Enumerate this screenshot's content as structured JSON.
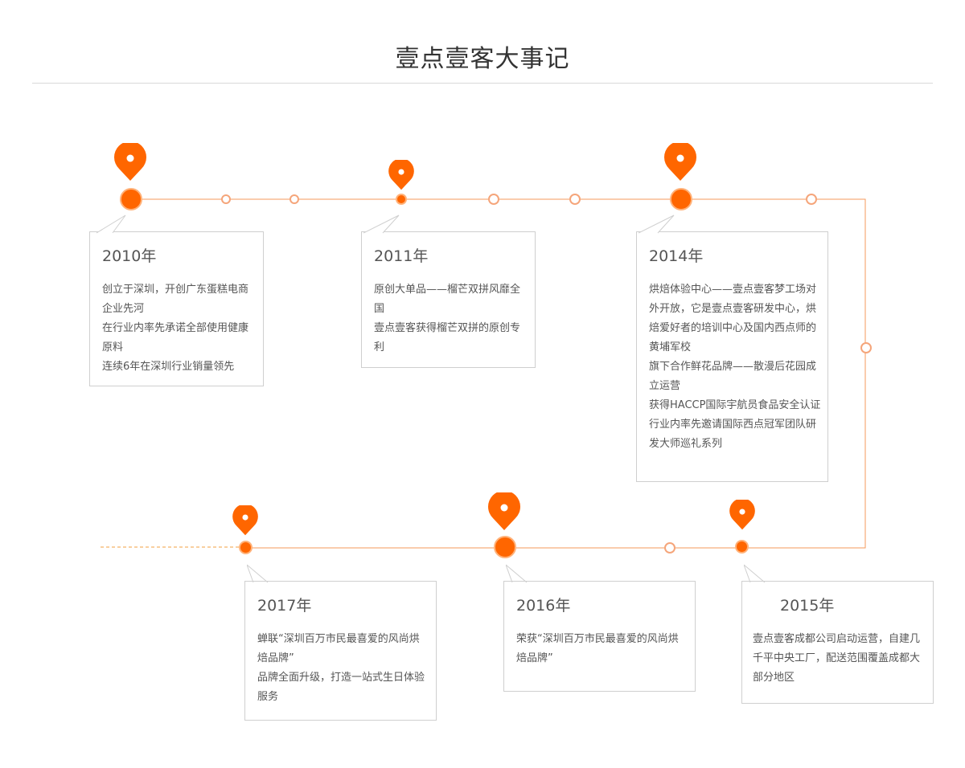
{
  "title": "壹点壹客大事记",
  "colors": {
    "accent": "#ff6600",
    "line": "#f59a5b",
    "ring": "#ffb27a",
    "border": "#cfcfcf"
  },
  "events": [
    {
      "year": "2010年",
      "items": [
        "创立于深圳，开创广东蛋糕电商企业先河",
        "在行业内率先承诺全部使用健康原料",
        "连续6年在深圳行业销量领先"
      ]
    },
    {
      "year": "2011年",
      "items": [
        "原创大单品——榴芒双拼风靡全国",
        "壹点壹客获得榴芒双拼的原创专利"
      ]
    },
    {
      "year": "2014年",
      "items": [
        "烘焙体验中心——壹点壹客梦工场对外开放，它是壹点壹客研发中心，烘焙爱好者的培训中心及国内西点师的黄埔军校",
        "旗下合作鲜花品牌——散漫后花园成立运营",
        "获得HACCP国际宇航员食品安全认证",
        "行业内率先邀请国际西点冠军团队研发大师巡礼系列"
      ]
    },
    {
      "year": "2015年",
      "items": [
        "壹点壹客成都公司启动运营，自建几千平中央工厂，配送范围覆盖成都大部分地区"
      ]
    },
    {
      "year": "2016年",
      "items": [
        "荣获“深圳百万市民最喜爱的风尚烘焙品牌”"
      ]
    },
    {
      "year": "2017年",
      "items": [
        "蝉联“深圳百万市民最喜爱的风尚烘焙品牌”",
        "品牌全面升级，打造一站式生日体验服务"
      ]
    }
  ]
}
